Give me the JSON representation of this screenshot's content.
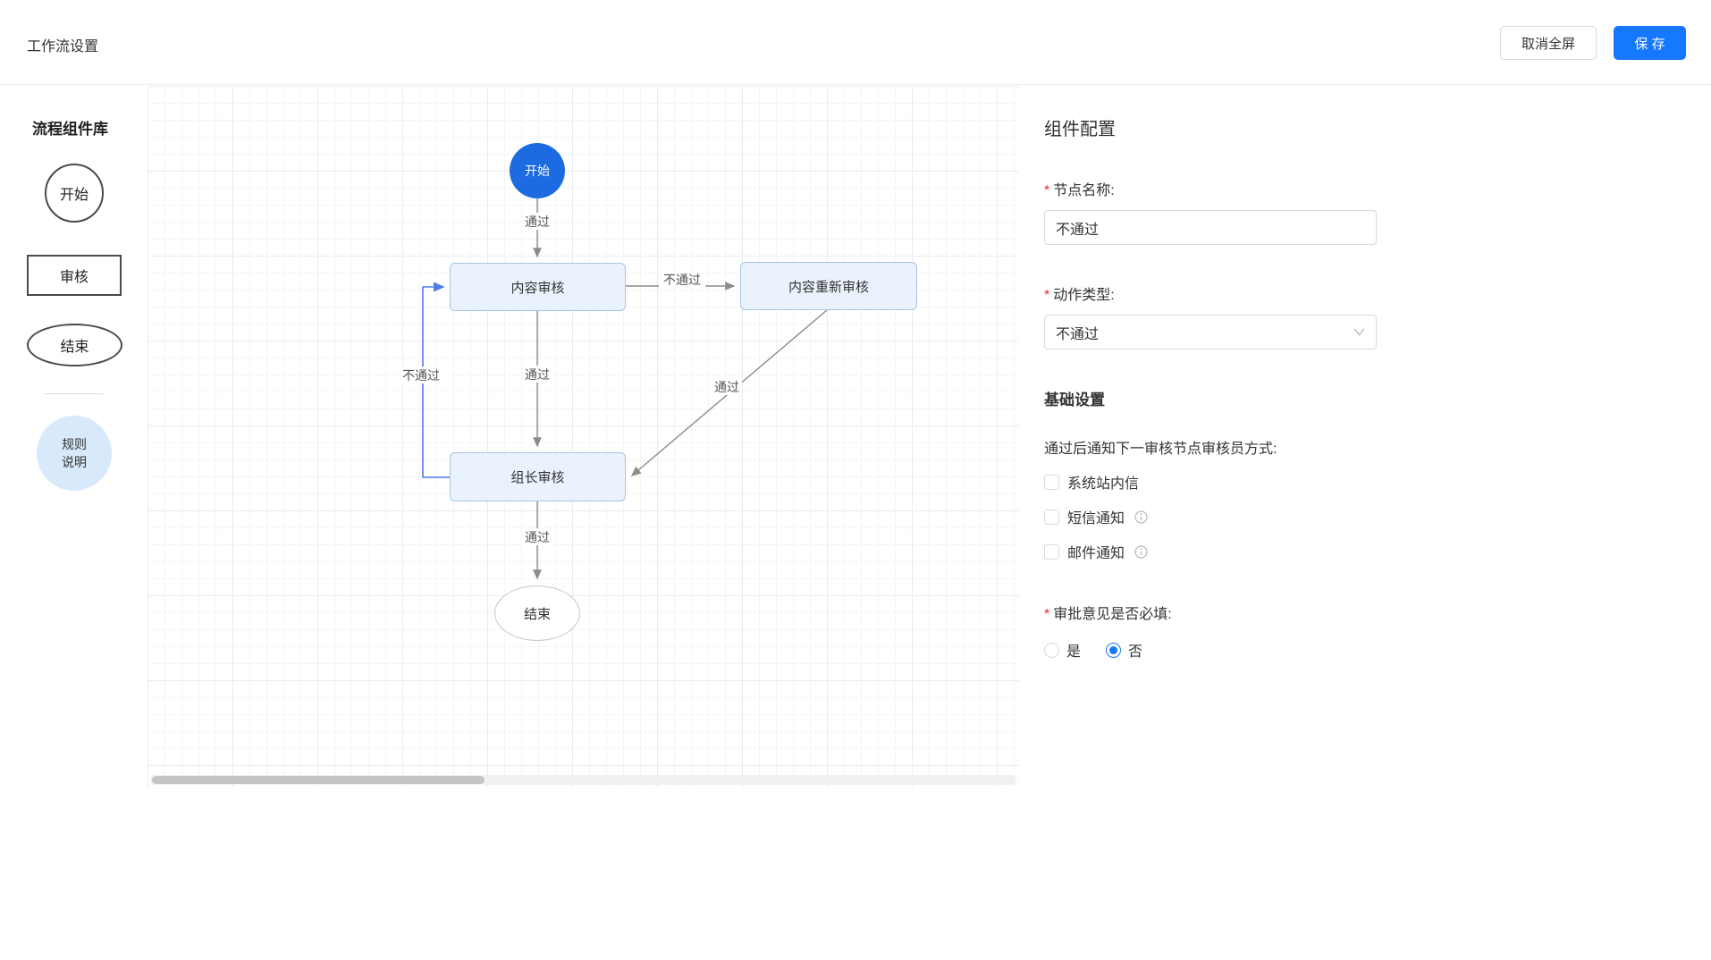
{
  "header": {
    "title": "工作流设置",
    "cancel_fullscreen_label": "取消全屏",
    "save_label": "保 存"
  },
  "palette": {
    "title": "流程组件库",
    "start_label": "开始",
    "review_label": "审核",
    "end_label": "结束",
    "rules_line1": "规则",
    "rules_line2": "说明"
  },
  "canvas": {
    "nodes": {
      "start": "开始",
      "content_review": "内容审核",
      "content_rereview": "内容重新审核",
      "leader_review": "组长审核",
      "end": "结束"
    },
    "edges": {
      "start_to_content": "通过",
      "content_to_rereview": "不通过",
      "content_to_leader": "通过",
      "rereview_to_leader": "通过",
      "leader_to_content": "不通过",
      "leader_to_end": "通过"
    }
  },
  "config": {
    "title": "组件配置",
    "required_mark": "*",
    "node_name_label": "节点名称:",
    "node_name_value": "不通过",
    "action_type_label": "动作类型:",
    "action_type_value": "不通过",
    "basic_settings_title": "基础设置",
    "notify_label": "通过后通知下一审核节点审核员方式:",
    "checkboxes": [
      {
        "label": "系统站内信"
      },
      {
        "label": "短信通知"
      },
      {
        "label": "邮件通知"
      }
    ],
    "approval_required_label": "审批意见是否必填:",
    "radio_yes": "是",
    "radio_no": "否"
  },
  "colors": {
    "accent": "#1677ff",
    "start_node_fill": "#1c6be0",
    "node_fill": "#eaf3fd",
    "node_border": "#a6c3e8",
    "edge_gray": "#8c8c8c",
    "edge_blue": "#4f7de5",
    "required_red": "#f5222d"
  }
}
